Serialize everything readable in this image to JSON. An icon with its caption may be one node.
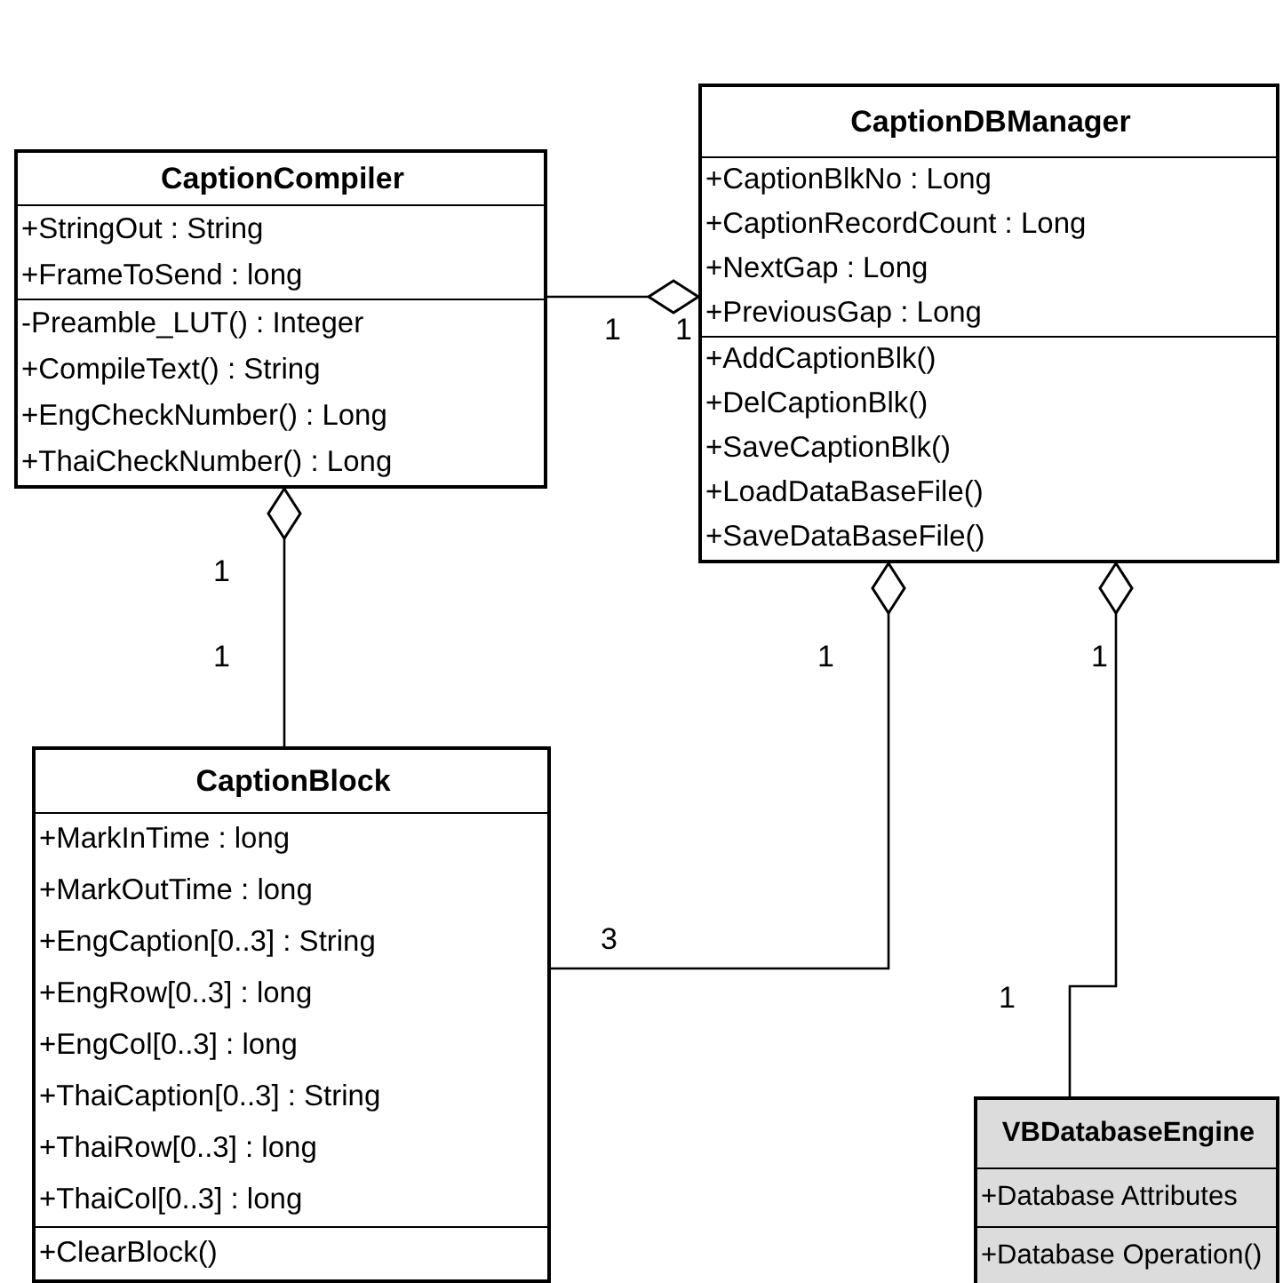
{
  "diagram": {
    "nodes": [
      {
        "text": [
          "CaptionCompiler",
          "+StringOut : String",
          "+FrameToSend : long",
          "-Preamble_LUT() : Integer",
          "+CompileText() : String",
          "+EngCheckNumber() : Long",
          "+ThaiCheckNumber() : Long"
        ]
      },
      {
        "text": [
          "CaptionDBManager",
          "+CaptionBlkNo : Long",
          "+CaptionRecordCount : Long",
          "+NextGap : Long",
          "+PreviousGap : Long",
          "+AddCaptionBlk()",
          "+DelCaptionBlk()",
          "+SaveCaptionBlk()",
          "+LoadDataBaseFile()",
          "+SaveDataBaseFile()"
        ]
      },
      {
        "text": [
          "CaptionBlock",
          "+MarkInTime : long",
          "+MarkOutTime : long",
          "+EngCaption[0..3]  : String",
          "+EngRow[0..3] : long",
          "+EngCol[0..3] : long",
          "+ThaiCaption[0..3] : String",
          "+ThaiRow[0..3] : long",
          "+ThaiCol[0..3] : long",
          "+ClearBlock()"
        ]
      },
      {
        "text": [
          "VBDatabaseEngine",
          "+Database Attributes",
          "+Database Operation()"
        ]
      }
    ],
    "edges": [
      {
        "from": 1,
        "to": 0,
        "arrow": "other"
      },
      {
        "from": 0,
        "to": 2,
        "arrow": "other"
      },
      {
        "from": 1,
        "to": 2,
        "arrow": "other"
      },
      {
        "from": 1,
        "to": 3,
        "arrow": "other"
      }
    ],
    "labels": [
      "1",
      "1",
      "1",
      "1",
      "1",
      "1",
      "3",
      "1"
    ]
  }
}
